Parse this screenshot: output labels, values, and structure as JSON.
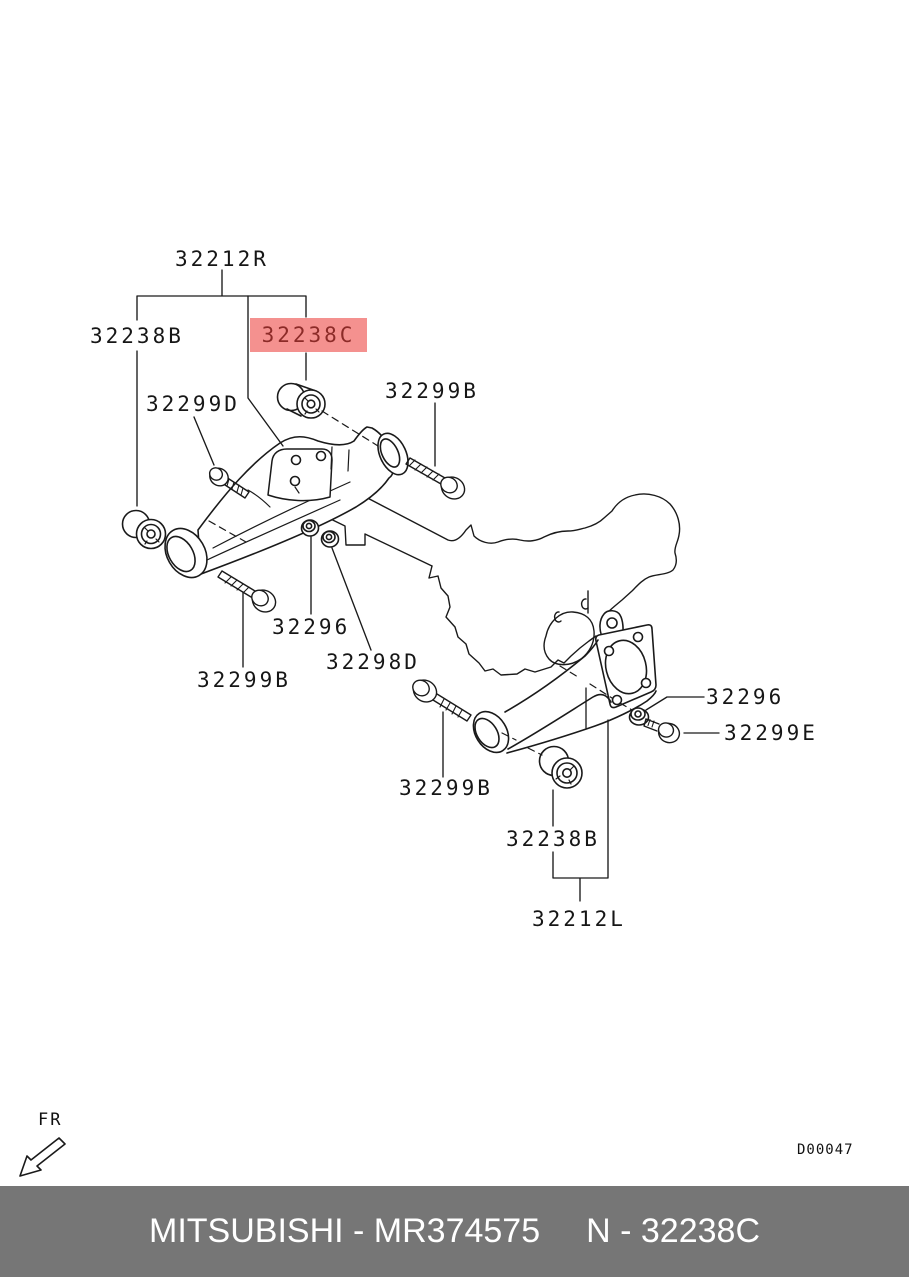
{
  "diagram": {
    "labels": {
      "l32212R": "32212R",
      "l32238B_top": "32238B",
      "l32238C": "32238C",
      "l32299D": "32299D",
      "l32299B_tr": "32299B",
      "l32296_up": "32296",
      "l32298D": "32298D",
      "l32299B_left": "32299B",
      "l32299B_bot": "32299B",
      "l32296_right": "32296",
      "l32299E": "32299E",
      "l32238B_bot": "32238B",
      "l32212L": "32212L"
    },
    "highlight": {
      "background": "#f4918f",
      "text_color": "#8c2b28"
    },
    "line_color": "#1a1a1a",
    "fr": "FR",
    "drawing_no": "D00047"
  },
  "caption": {
    "left": "MITSUBISHI - MR374575",
    "right": "N - 32238C",
    "background": "#767676",
    "text_color": "#ffffff"
  }
}
